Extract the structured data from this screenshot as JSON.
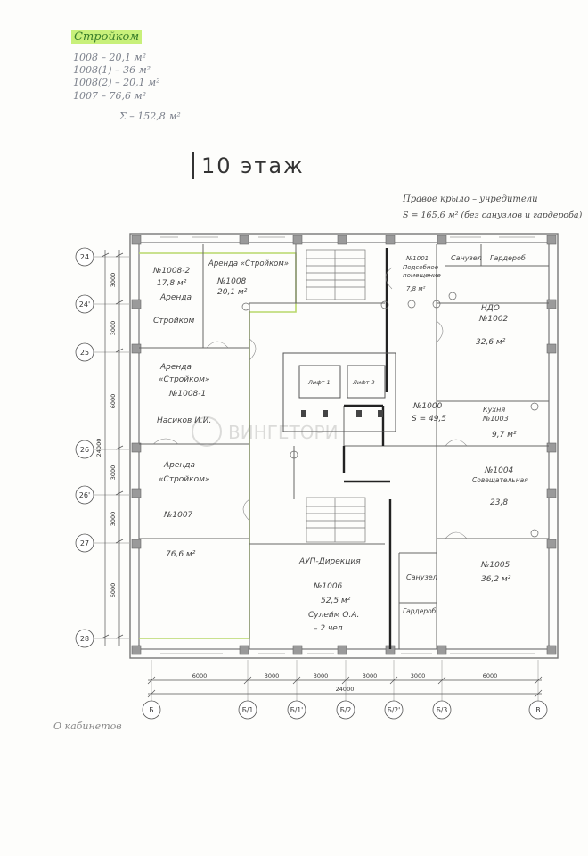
{
  "legend": {
    "name": "Стройком",
    "lines": [
      "1008 – 20,1 м²",
      "1008(1) – 36 м²",
      "1008(2) – 20,1 м²",
      "1007 – 76,6 м²"
    ],
    "total": "Σ – 152,8 м²"
  },
  "title": "10 этаж",
  "note": {
    "line1": "Правое крыло – учредители",
    "line2": "S = 165,6 м² (без санузлов и гардероба)"
  },
  "rows": {
    "labels": [
      "24",
      "24'",
      "25",
      "26",
      "26'",
      "27",
      "28"
    ],
    "dims": [
      "3000",
      "3000",
      "6000",
      "3000",
      "3000",
      "6000"
    ],
    "total": "24000"
  },
  "cols": {
    "labels": [
      "Б",
      "Б/1",
      "Б/1'",
      "Б/2",
      "Б/2'",
      "Б/3",
      "В"
    ],
    "dims": [
      "6000",
      "3000",
      "3000",
      "3000",
      "3000",
      "6000"
    ],
    "total": "24000"
  },
  "rooms": {
    "r10082": [
      "№1008-2",
      "17,8 м²",
      "Аренда",
      "Стройком"
    ],
    "r1008": [
      "Аренда «Стройком»",
      "№1008",
      "20,1 м²"
    ],
    "r10081": [
      "Аренда",
      "«Стройком»",
      "№1008-1",
      "Насиков И.И."
    ],
    "r1007": [
      "Аренда",
      "«Стройком»",
      "№1007",
      "76,6 м²"
    ],
    "r1001": [
      "№1001",
      "Подсобное",
      "помещение",
      "7,8 м²"
    ],
    "liftA": "Лифт 1",
    "liftB": "Лифт 2",
    "r1000": [
      "№1000",
      "S = 49,5"
    ],
    "r1006": [
      "АУП-Дирекция",
      "№1006",
      "52,5 м²",
      "Сулейм О.А.",
      "– 2 чел"
    ],
    "r1002": [
      "Санузел",
      "Гардероб",
      "НДО",
      "№1002",
      "32,6 м²"
    ],
    "r1003": [
      "Кухня",
      "№1003",
      "9,7 м²"
    ],
    "r1004": [
      "№1004",
      "Совещательная",
      "23,8"
    ],
    "r1005": [
      "№1005",
      "36,2 м²"
    ],
    "wc": "Санузел",
    "wardrobe": "Гардероб"
  },
  "watermark": "ВИНГЕТОРИ",
  "footer": "О кабинетов"
}
